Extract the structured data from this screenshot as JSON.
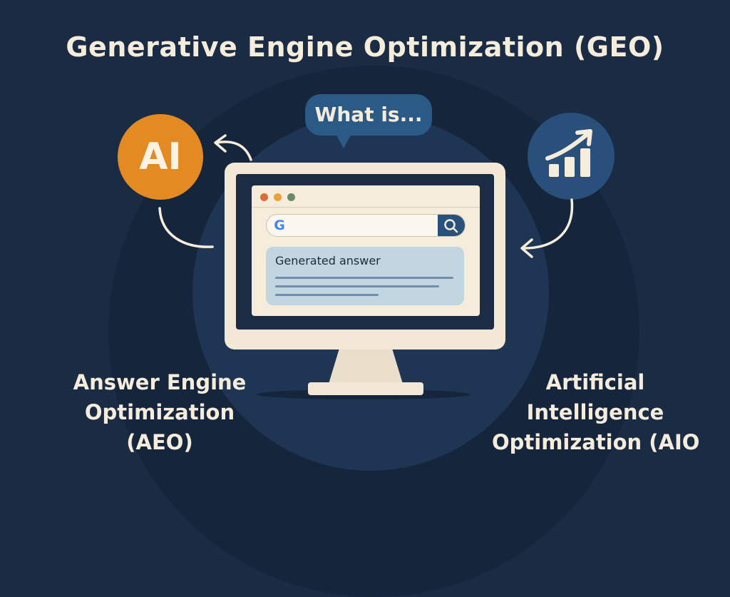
{
  "title": "Generative Engine Optimization (GEO)",
  "speech_bubble": "What is...",
  "ai_badge": "AI",
  "browser": {
    "search_logo": "G",
    "answer_title": "Generated answer"
  },
  "labels": {
    "left": [
      "Answer Engine",
      "Optimization",
      "(AEO)"
    ],
    "right": [
      "Artificial",
      "Intelligence",
      "Optimization (AIO"
    ]
  },
  "colors": {
    "background": "#1a2b44",
    "ai_orange": "#e48a22",
    "chart_blue": "#28507a",
    "bubble_blue": "#2c5a86",
    "text_cream": "#f5ecdc"
  },
  "icons": [
    "google-g-icon",
    "search-icon",
    "bar-chart-icon",
    "arrow-icon"
  ]
}
